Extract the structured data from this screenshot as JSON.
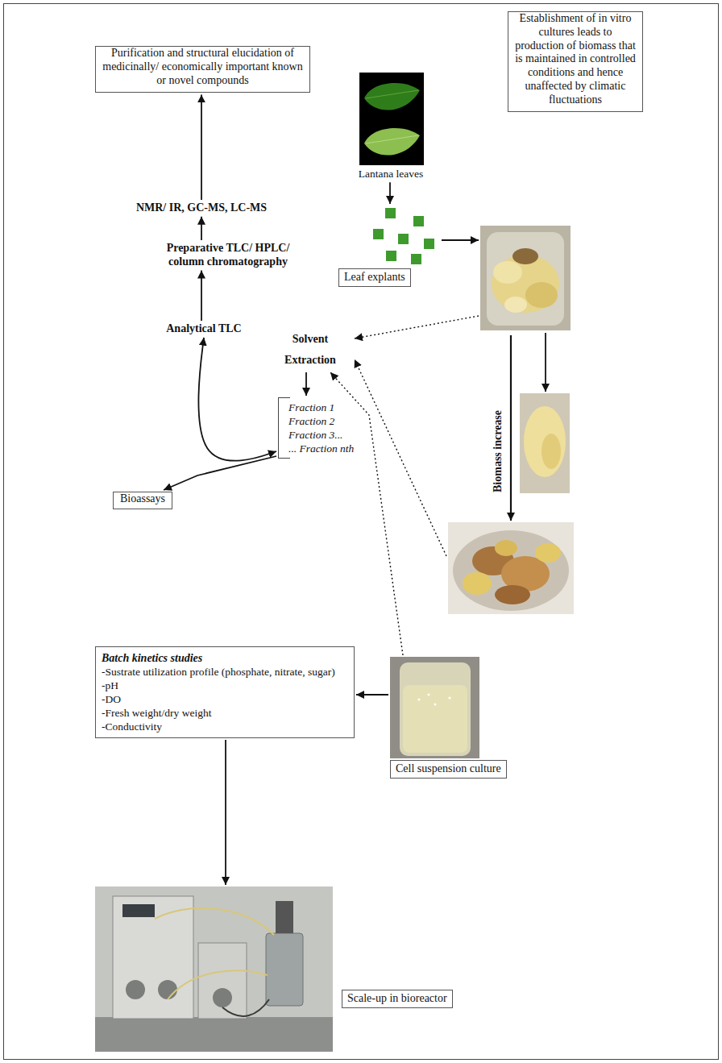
{
  "diagram": {
    "nodes": [
      {
        "text": [
          "Purification and structural elucidation of medicinally/ economically important known or novel compounds"
        ]
      },
      {
        "text": [
          "Lantana leaves"
        ]
      },
      {
        "text": [
          "Establishment of in vitro cultures leads to production of biomass that is maintained in controlled conditions and hence unaffected by climatic fluctuations"
        ]
      },
      {
        "text": [
          "Leaf explants"
        ]
      },
      {
        "text": [
          "NMR/ IR, GC-MS, LC-MS"
        ]
      },
      {
        "text": [
          "Preparative TLC/ HPLC/ column chromatography"
        ]
      },
      {
        "text": [
          "Analytical TLC"
        ]
      },
      {
        "text": [
          "Solvent Extraction"
        ]
      },
      {
        "text": [
          "Fraction 1",
          "Fraction 2",
          "Fraction 3...",
          "... Fraction nth"
        ]
      },
      {
        "text": [
          "Bioassays"
        ]
      },
      {
        "text": [
          "Batch kinetics studies",
          "-Sustrate utilization profile (phosphate, nitrate, sugar)",
          "-pH",
          "-DO",
          "-Fresh weight/dry weight",
          "-Conductivity"
        ]
      },
      {
        "text": [
          "Cell suspension culture"
        ]
      },
      {
        "text": [
          "Scale-up in bioreactor"
        ]
      }
    ],
    "edges": [
      {
        "from": 1,
        "to": 3,
        "arrow": "to"
      },
      {
        "from": 6,
        "to": 5,
        "arrow": "to"
      },
      {
        "from": 5,
        "to": 4,
        "arrow": "to"
      },
      {
        "from": 4,
        "to": 0,
        "arrow": "to"
      },
      {
        "from": 7,
        "to": 8,
        "arrow": "to"
      },
      {
        "from": 8,
        "to": 6,
        "arrow": "both"
      },
      {
        "from": 8,
        "to": 9,
        "arrow": "to"
      },
      {
        "from": 11,
        "to": 7,
        "arrow": "to"
      },
      {
        "from": 11,
        "to": 10,
        "arrow": "to"
      },
      {
        "from": 10,
        "to": 12,
        "arrow": "to"
      }
    ],
    "labels": [
      "Biomass increase"
    ]
  }
}
